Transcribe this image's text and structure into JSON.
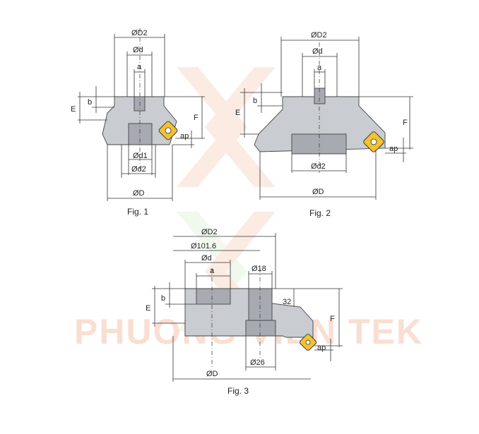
{
  "watermark": "PHUONG VIEN TEK",
  "colors": {
    "body": "#c9ccd1",
    "insert": "#f2c230",
    "watermark": "#f3b79c"
  },
  "fig1": {
    "caption": "Fig. 1",
    "labels": {
      "D2": "ØD2",
      "d": "Ød",
      "a": "a",
      "b": "b",
      "E": "E",
      "F": "F",
      "ap": "ap",
      "d1": "Ød1",
      "d2": "Ød2",
      "D": "ØD"
    }
  },
  "fig2": {
    "caption": "Fig. 2",
    "labels": {
      "D2": "ØD2",
      "d": "Ød",
      "a": "a",
      "b": "b",
      "E": "E",
      "F": "F",
      "ap": "ap",
      "d2": "Ød2",
      "D": "ØD"
    }
  },
  "fig3": {
    "caption": "Fig. 3",
    "labels": {
      "D2": "ØD2",
      "d101": "Ø101.6",
      "d": "Ød",
      "a": "a",
      "d18": "Ø18",
      "b": "b",
      "E": "E",
      "n32": "32",
      "F": "F",
      "ap": "ap",
      "d26": "Ø26",
      "D": "ØD"
    }
  }
}
